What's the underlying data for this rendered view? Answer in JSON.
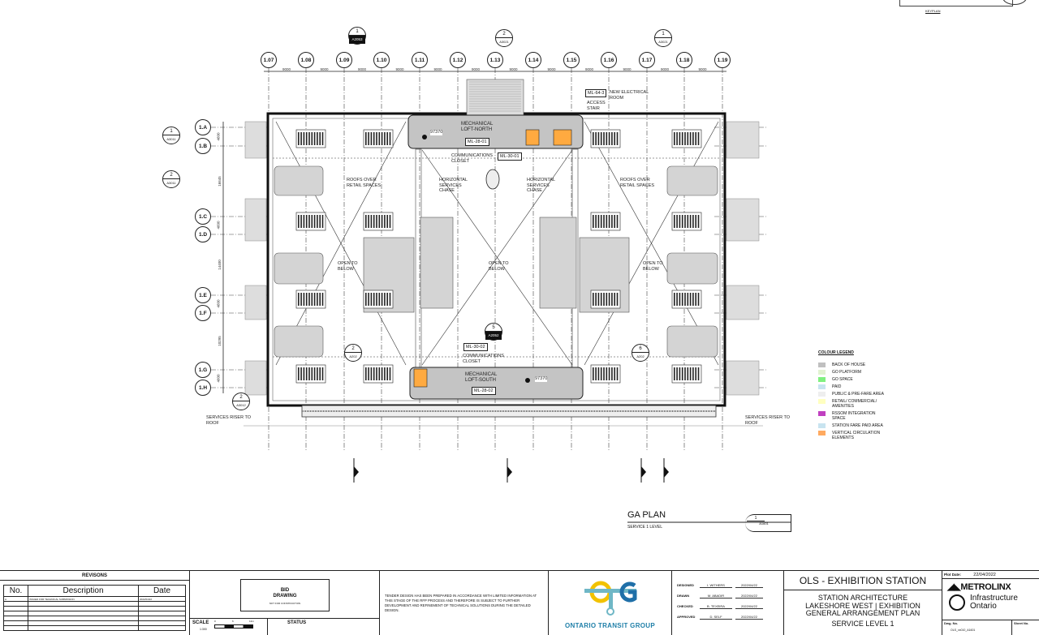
{
  "keyplan": {
    "label": "KEYPLAN"
  },
  "grid": {
    "columns": [
      "1.07",
      "1.08",
      "1.09",
      "1.10",
      "1.11",
      "1.12",
      "1.13",
      "1.14",
      "1.15",
      "1.16",
      "1.17",
      "1.18",
      "1.19"
    ],
    "column_dims": [
      "9000",
      "9000",
      "9000",
      "9000",
      "9000",
      "9000",
      "9000",
      "9000",
      "9000",
      "9000",
      "9000",
      "9000"
    ],
    "rows": [
      "1.A",
      "1.B",
      "1.C",
      "1.D",
      "1.E",
      "1.F",
      "1.G",
      "1.H"
    ],
    "row_dims": [
      "4600",
      "16645",
      "4600",
      "14400",
      "4600",
      "10295",
      "4600"
    ]
  },
  "section_markers": [
    {
      "num": "1",
      "sheet": "A2053"
    },
    {
      "num": "2",
      "sheet": "A3021"
    },
    {
      "num": "1",
      "sheet": "A3021"
    },
    {
      "num": "1",
      "sheet": "A3011"
    },
    {
      "num": "2",
      "sheet": "A3011"
    },
    {
      "num": "5",
      "sheet": "A2052"
    },
    {
      "num": "2",
      "sheet": "A202"
    },
    {
      "num": "6",
      "sheet": "A202"
    },
    {
      "num": "2",
      "sheet": "A3012"
    }
  ],
  "rooms": {
    "mech_north": "MECHANICAL LOFT-NORTH",
    "mech_south": "MECHANICAL LOFT-SOUTH",
    "elev_north": "97370",
    "elev_south": "97370",
    "tag_ml2801_n": "ML-28-01",
    "tag_ml2801_s": "ML-28-02",
    "tag_ml3001": "ML-30-01",
    "tag_ml3002": "ML-30-02",
    "tag_ml643": "ML-64-3",
    "new_electrical": "NEW ELECTRICAL ROOM",
    "access_stair": "ACCESS STAIR",
    "comm_closet_n": "COMMUNICATIONS CLOSET",
    "comm_closet_s": "COMMUNICATIONS CLOSET",
    "hchase_l": "HORIZONTAL SERVICES CHASE",
    "hchase_r": "HORIZONTAL SERVICES CHASE",
    "roofs_l": "ROOFS OVER RETAIL SPACES",
    "roofs_r": "ROOFS OVER RETAIL SPACES",
    "open1": "OPEN TO BELOW",
    "open2": "OPEN TO BELOW",
    "open3": "OPEN TO BELOW",
    "riser_l": "SERVICES RISER TO ROOF",
    "riser_r": "SERVICES RISER TO ROOF"
  },
  "legend": {
    "title": "COLOUR LEGEND",
    "items": [
      {
        "label": "BACK OF HOUSE",
        "color": "#c0c0c0"
      },
      {
        "label": "GO PLATFORM",
        "color": "#e2f2d2"
      },
      {
        "label": "GO SPACE",
        "color": "#80f080"
      },
      {
        "label": "PAID",
        "color": "#c8e4f0"
      },
      {
        "label": "PUBLIC & PRE-FARE AREA",
        "color": "#eeeeee"
      },
      {
        "label": "RETAIL/ COMMERCIAL/ AMENITIES",
        "color": "#ffffc0"
      },
      {
        "label": "RSSOM INTEGRATION SPACE",
        "color": "#c040c0"
      },
      {
        "label": "STATION FARE PAID AREA",
        "color": "#c8e4f0"
      },
      {
        "label": "VERTICAL CIRCULATION ELEMENTS",
        "color": "#ffaa60"
      }
    ]
  },
  "view_title": {
    "title": "GA PLAN",
    "subtitle": "SERVICE 1 LEVEL",
    "num": "1",
    "sheet": "A1601"
  },
  "title_block": {
    "revisions_title": "REVISONS",
    "rev_headers": [
      "No.",
      "Description",
      "Date"
    ],
    "revisions": [
      {
        "no": "A",
        "desc": "ISSUED FOR TECHNICAL SUBMISSION",
        "date": "2022/04/22"
      }
    ],
    "bid": "BID",
    "drawing": "DRAWING",
    "not_for_construction": "NOT FOR CONSTRUCTION",
    "scale_label": "SCALE",
    "scale_ratio": "1:300",
    "scale_ticks": [
      "0",
      "6",
      "12m"
    ],
    "status_label": "STATUS",
    "note": "TENDER DESIGN HAS BEEN PREPARED IN ACCORDANCE WITH LIMITED INFORMATION AT THIS STAGE OF THE RFP PROCESS AND THEREFORE IS SUBJECT TO FURTHER DEVELOPMENT AND REFINEMENT OF TECHNICAL SOLUTIONS DURING THE DETAILED DESIGN.",
    "otg_logo": "OTG",
    "otg_name": "ONTARIO TRANSIT GROUP",
    "signoffs": [
      {
        "role": "DESIGNED",
        "name": "I. WITHERS",
        "date": "2022/04/22"
      },
      {
        "role": "DRAWN",
        "name": "M. ABADIR",
        "date": "2022/04/22"
      },
      {
        "role": "CHECKED",
        "name": "B. TEXEIRA",
        "date": "2022/04/22"
      },
      {
        "role": "APPROVED",
        "name": "D. SELF",
        "date": "2022/04/22"
      }
    ],
    "project": "OLS - EXHIBITION STATION",
    "title_lines": [
      "STATION ARCHITECTURE",
      "LAKESHORE WEST | EXHIBITION",
      "GENERAL ARRANGEMENT PLAN",
      "SERVICE LEVEL 1"
    ],
    "plot_date_label": "Plot Date:",
    "plot_date": "22/04/2022",
    "metrolinx": "METROLINX",
    "io_line1": "Infrastructure",
    "io_line2": "Ontario",
    "dwg_label": "Dwg. No.",
    "dwg_no": "OLS_xx010_A1601",
    "sheet_label": "Sheet No."
  }
}
